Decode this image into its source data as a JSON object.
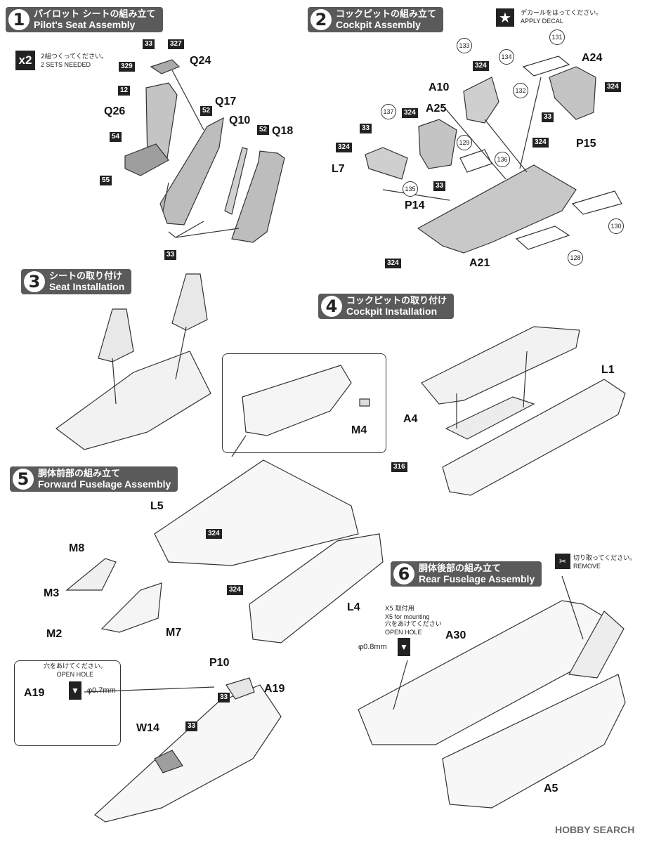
{
  "watermark": {
    "text": "HOBBY SEARCH"
  },
  "steps": {
    "s1": {
      "num": "1",
      "jp": "パイロット シートの組み立て",
      "en": "Pilot's Seat Assembly"
    },
    "s2": {
      "num": "2",
      "jp": "コックピットの組み立て",
      "en": "Cockpit Assembly"
    },
    "s3": {
      "num": "3",
      "jp": "シートの取り付け",
      "en": "Seat Installation"
    },
    "s4": {
      "num": "4",
      "jp": "コックピットの取り付け",
      "en": "Cockpit Installation"
    },
    "s5": {
      "num": "5",
      "jp": "胴体前部の組み立て",
      "en": "Forward Fuselage Assembly"
    },
    "s6": {
      "num": "6",
      "jp": "胴体後部の組み立て",
      "en": "Rear Fuselage Assembly"
    }
  },
  "notes": {
    "x2": {
      "mult": "x2",
      "jp": "2組つくってください。",
      "en": "2 SETS NEEDED"
    },
    "decal": {
      "jp": "デカールをはってください。",
      "en": "APPLY DECAL"
    },
    "remove": {
      "jp": "切り取ってください。",
      "en": "REMOVE"
    },
    "mount": {
      "l1": "X5 取付用",
      "l2": "X5 for mounting",
      "jp": "穴をあけてください",
      "en": "OPEN HOLE",
      "dia": "φ0.8mm"
    },
    "hole": {
      "jp": "穴をあけてください。",
      "en": "OPEN HOLE",
      "dia": "φ0.7mm"
    }
  },
  "labels": {
    "q24": "Q24",
    "q17": "Q17",
    "q10": "Q10",
    "q18": "Q18",
    "q26": "Q26",
    "a24": "A24",
    "a10": "A10",
    "a25": "A25",
    "p15": "P15",
    "l7": "L7",
    "p14": "P14",
    "a21": "A21",
    "l1": "L1",
    "a4": "A4",
    "m4": "M4",
    "l5": "L5",
    "m8": "M8",
    "m3": "M3",
    "m2": "M2",
    "m7": "M7",
    "l4": "L4",
    "a30": "A30",
    "a5": "A5",
    "p10": "P10",
    "a19a": "A19",
    "a19b": "A19",
    "w14": "W14"
  },
  "color_numbers": {
    "n33a": "33",
    "n327": "327",
    "n329": "329",
    "n12": "12",
    "n52a": "52",
    "n52b": "52",
    "n54": "54",
    "n55": "55",
    "n33b": "33",
    "n324a": "324",
    "n324b": "324",
    "n324c": "324",
    "n33c": "33",
    "n324d": "324",
    "n33d": "33",
    "n33e": "33",
    "n324e": "324",
    "n324f": "324",
    "n316": "316",
    "n324g": "324",
    "n324h": "324",
    "n33f": "33",
    "n33g": "33"
  },
  "decal_numbers": {
    "d133": "133",
    "d134": "134",
    "d131": "131",
    "d132": "132",
    "d137": "137",
    "d129": "129",
    "d136": "136",
    "d135": "135",
    "d130": "130",
    "d128": "128"
  },
  "colors": {
    "badge": "#5a5a5a",
    "part_fill": "#bfbfbf",
    "line": "#333333"
  }
}
